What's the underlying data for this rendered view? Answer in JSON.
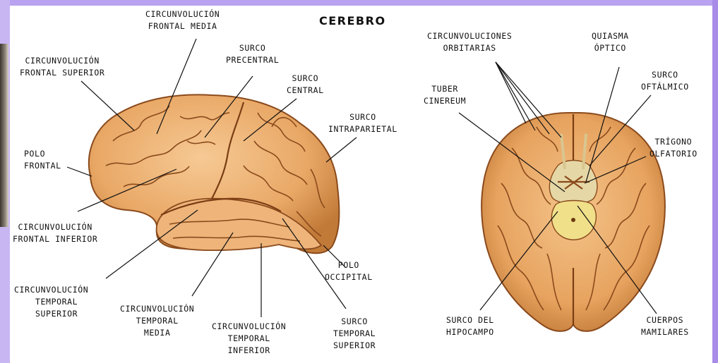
{
  "title": "CEREBRO",
  "labels": {
    "frontal_media": [
      "CIRCUNVOLUCIÓN",
      "FRONTAL MEDIA"
    ],
    "frontal_superior": [
      "CIRCUNVOLUCIÓN",
      "FRONTAL SUPERIOR"
    ],
    "surco_precentral": [
      "SURCO",
      "PRECENTRAL"
    ],
    "surco_central": [
      "SURCO",
      "CENTRAL"
    ],
    "surco_intraparietal": [
      "SURCO",
      "INTRAPARIETAL"
    ],
    "polo_frontal": [
      "POLO",
      "FRONTAL"
    ],
    "frontal_inferior": [
      "CIRCUNVOLUCIÓN",
      "FRONTAL INFERIOR"
    ],
    "polo_occipital": [
      "POLO",
      "OCCIPITAL"
    ],
    "temporal_superior": [
      "CIRCUNVOLUCIÓN",
      "TEMPORAL",
      "SUPERIOR"
    ],
    "temporal_media": [
      "CIRCUNVOLUCIÓN",
      "TEMPORAL",
      "MEDIA"
    ],
    "temporal_inferior": [
      "CIRCUNVOLUCIÓN",
      "TEMPORAL",
      "INFERIOR"
    ],
    "surco_temporal_superior": [
      "SURCO",
      "TEMPORAL",
      "SUPERIOR"
    ],
    "orbitarias": [
      "CIRCUNVOLUCIONES",
      "ORBITARIAS"
    ],
    "quiasma": [
      "QUIASMA",
      "ÓPTICO"
    ],
    "surco_oftalmico": [
      "SURCO",
      "OFTÁLMICO"
    ],
    "tuber": [
      "TUBER",
      "CINEREUM"
    ],
    "trigono": [
      "TRÍGONO",
      "OLFATORIO"
    ],
    "hipocampo": [
      "SURCO DEL",
      "HIPOCAMPO"
    ],
    "mamilares": [
      "CUERPOS",
      "MAMILARES"
    ]
  },
  "colors": {
    "brain_fill": "#e9a866",
    "brain_shadow": "#c27a38",
    "brain_highlight": "#f4c48a",
    "sulcus": "#8a4a1c",
    "hypothalamus": "#e6d7a6",
    "mamillary": "#f0e08a",
    "leader_line": "#111111"
  }
}
